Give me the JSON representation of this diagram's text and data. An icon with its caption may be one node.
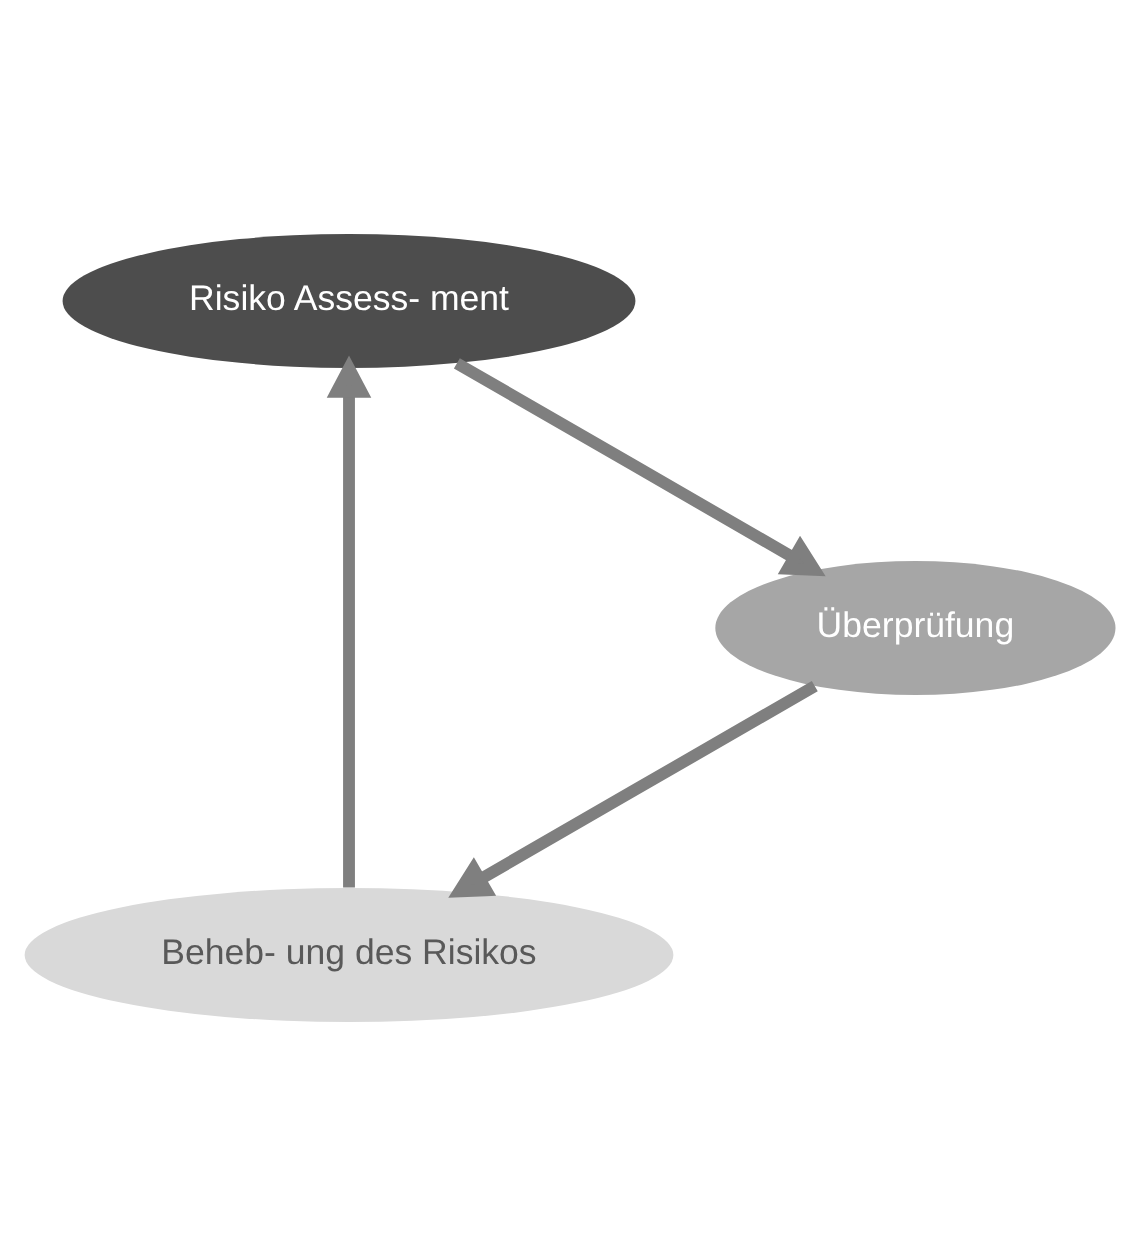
{
  "diagram": {
    "nodes": [
      {
        "text": [
          "Beheb- ung des Risikos"
        ]
      },
      {
        "text": [
          "Risiko Assess- ment"
        ]
      },
      {
        "text": [
          "Überprüfung"
        ]
      }
    ],
    "edges": [
      {
        "from": 0,
        "to": 1,
        "arrow": "to"
      },
      {
        "from": 1,
        "to": 2,
        "arrow": "to"
      },
      {
        "from": 2,
        "to": 0,
        "arrow": "to"
      }
    ]
  }
}
